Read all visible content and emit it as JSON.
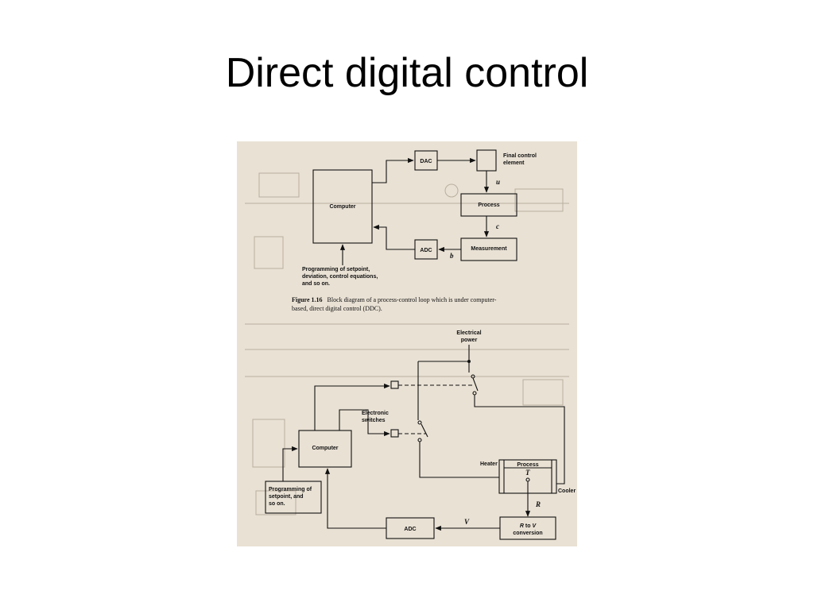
{
  "slide": {
    "title": "Direct digital control"
  },
  "figure1": {
    "computer": "Computer",
    "dac": "DAC",
    "final_control_line1": "Final control",
    "final_control_line2": "element",
    "signal_u": "u",
    "process": "Process",
    "signal_c": "c",
    "measurement": "Measurement",
    "adc": "ADC",
    "signal_b": "b",
    "programming_lines": [
      "Programming of setpoint,",
      "deviation, control equations,",
      "and so on."
    ],
    "caption_label": "Figure 1.16",
    "caption_line1": "Block diagram of a process-control loop which is under computer-",
    "caption_line2": "based, direct digital control (DDC)."
  },
  "figure2": {
    "electrical_power_line1": "Electrical",
    "electrical_power_line2": "power",
    "electronic_switches_line1": "Electronic",
    "electronic_switches_line2": "switches",
    "computer": "Computer",
    "heater": "Heater",
    "process": "Process",
    "signal_T": "T",
    "cooler": "Cooler",
    "signal_R": "R",
    "programming_lines": [
      "Programming of",
      "setpoint, and",
      "so on."
    ],
    "adc": "ADC",
    "signal_V": "V",
    "r_to_v_line1_r": "R",
    "r_to_v_line1_to": " to ",
    "r_to_v_line1_v": "V",
    "r_to_v_line2": "conversion"
  }
}
